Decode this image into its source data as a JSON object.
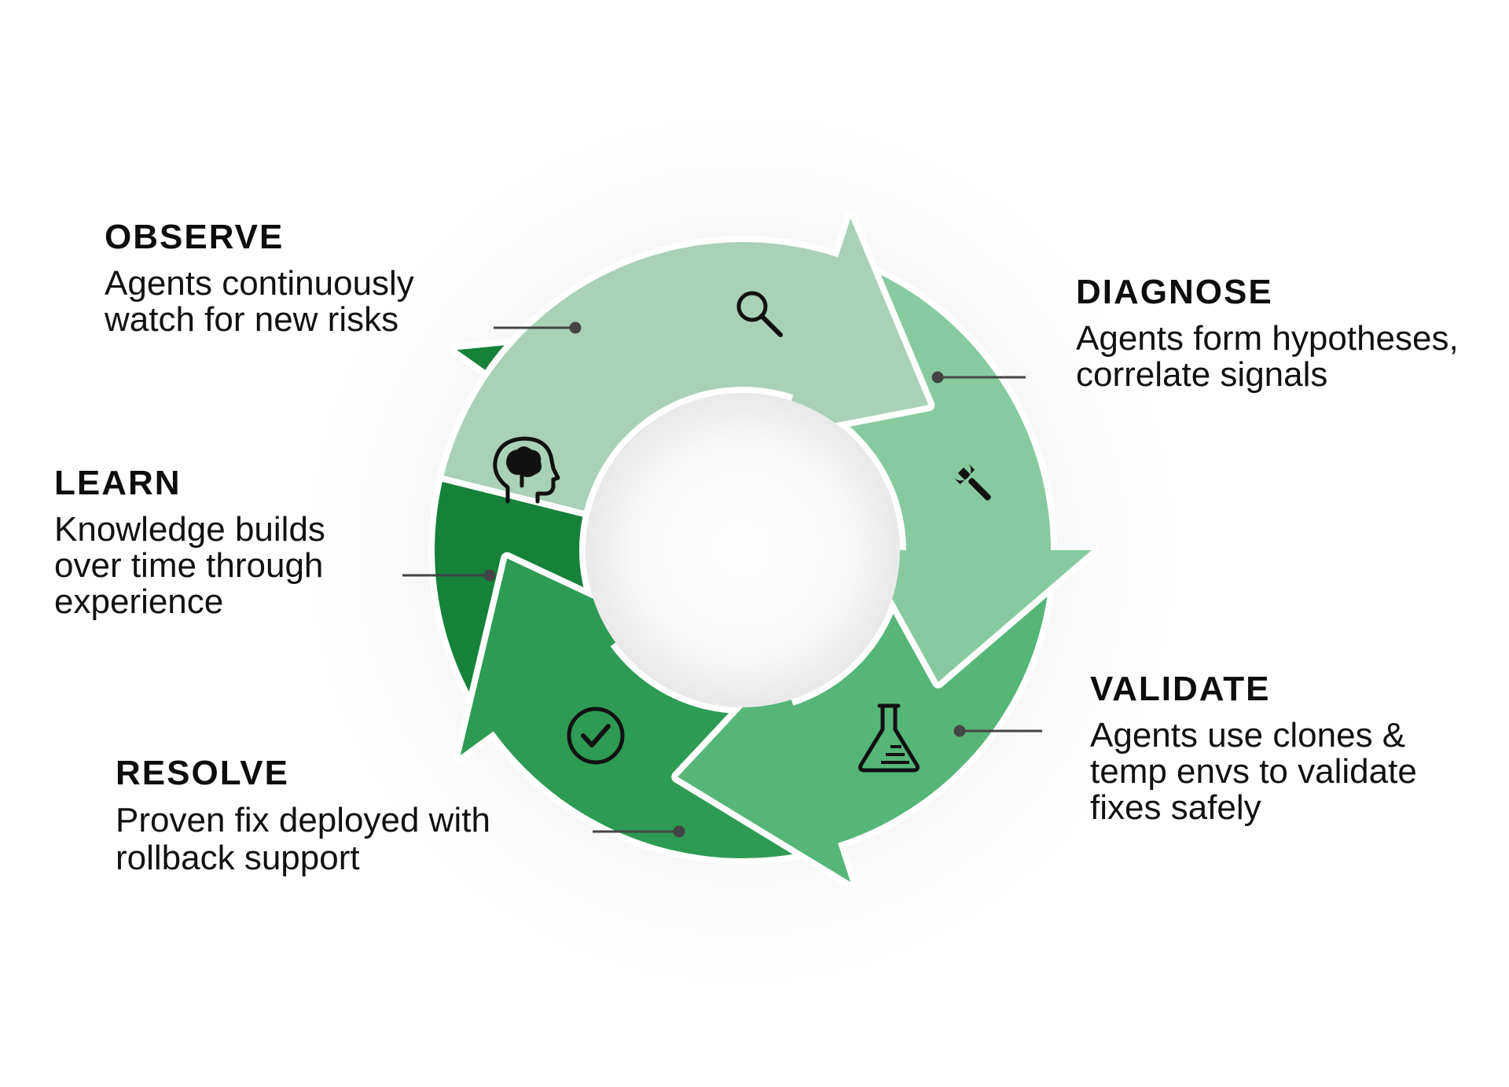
{
  "colors": {
    "observe": "#a9d1b8",
    "diagnose": "#87ca9f",
    "validate": "#56b678",
    "resolve": "#2d9b53",
    "learn": "#168139",
    "icon": "#111111",
    "connector": "#444444"
  },
  "stages": {
    "observe": {
      "title": "OBSERVE",
      "lines": [
        "Agents continuously",
        "watch for new risks"
      ],
      "icon": "magnifier-icon"
    },
    "diagnose": {
      "title": "DIAGNOSE",
      "lines": [
        "Agents form hypotheses,",
        "correlate signals"
      ],
      "icon": "wrench-icon"
    },
    "validate": {
      "title": "VALIDATE",
      "lines": [
        "Agents use clones &",
        "temp envs to validate",
        "fixes safely"
      ],
      "icon": "flask-icon"
    },
    "resolve": {
      "title": "RESOLVE",
      "lines": [
        "Proven fix deployed with",
        "rollback support"
      ],
      "icon": "check-circle-icon"
    },
    "learn": {
      "title": "LEARN",
      "lines": [
        "Knowledge builds",
        "over time through",
        "experience"
      ],
      "icon": "brain-head-icon"
    }
  }
}
